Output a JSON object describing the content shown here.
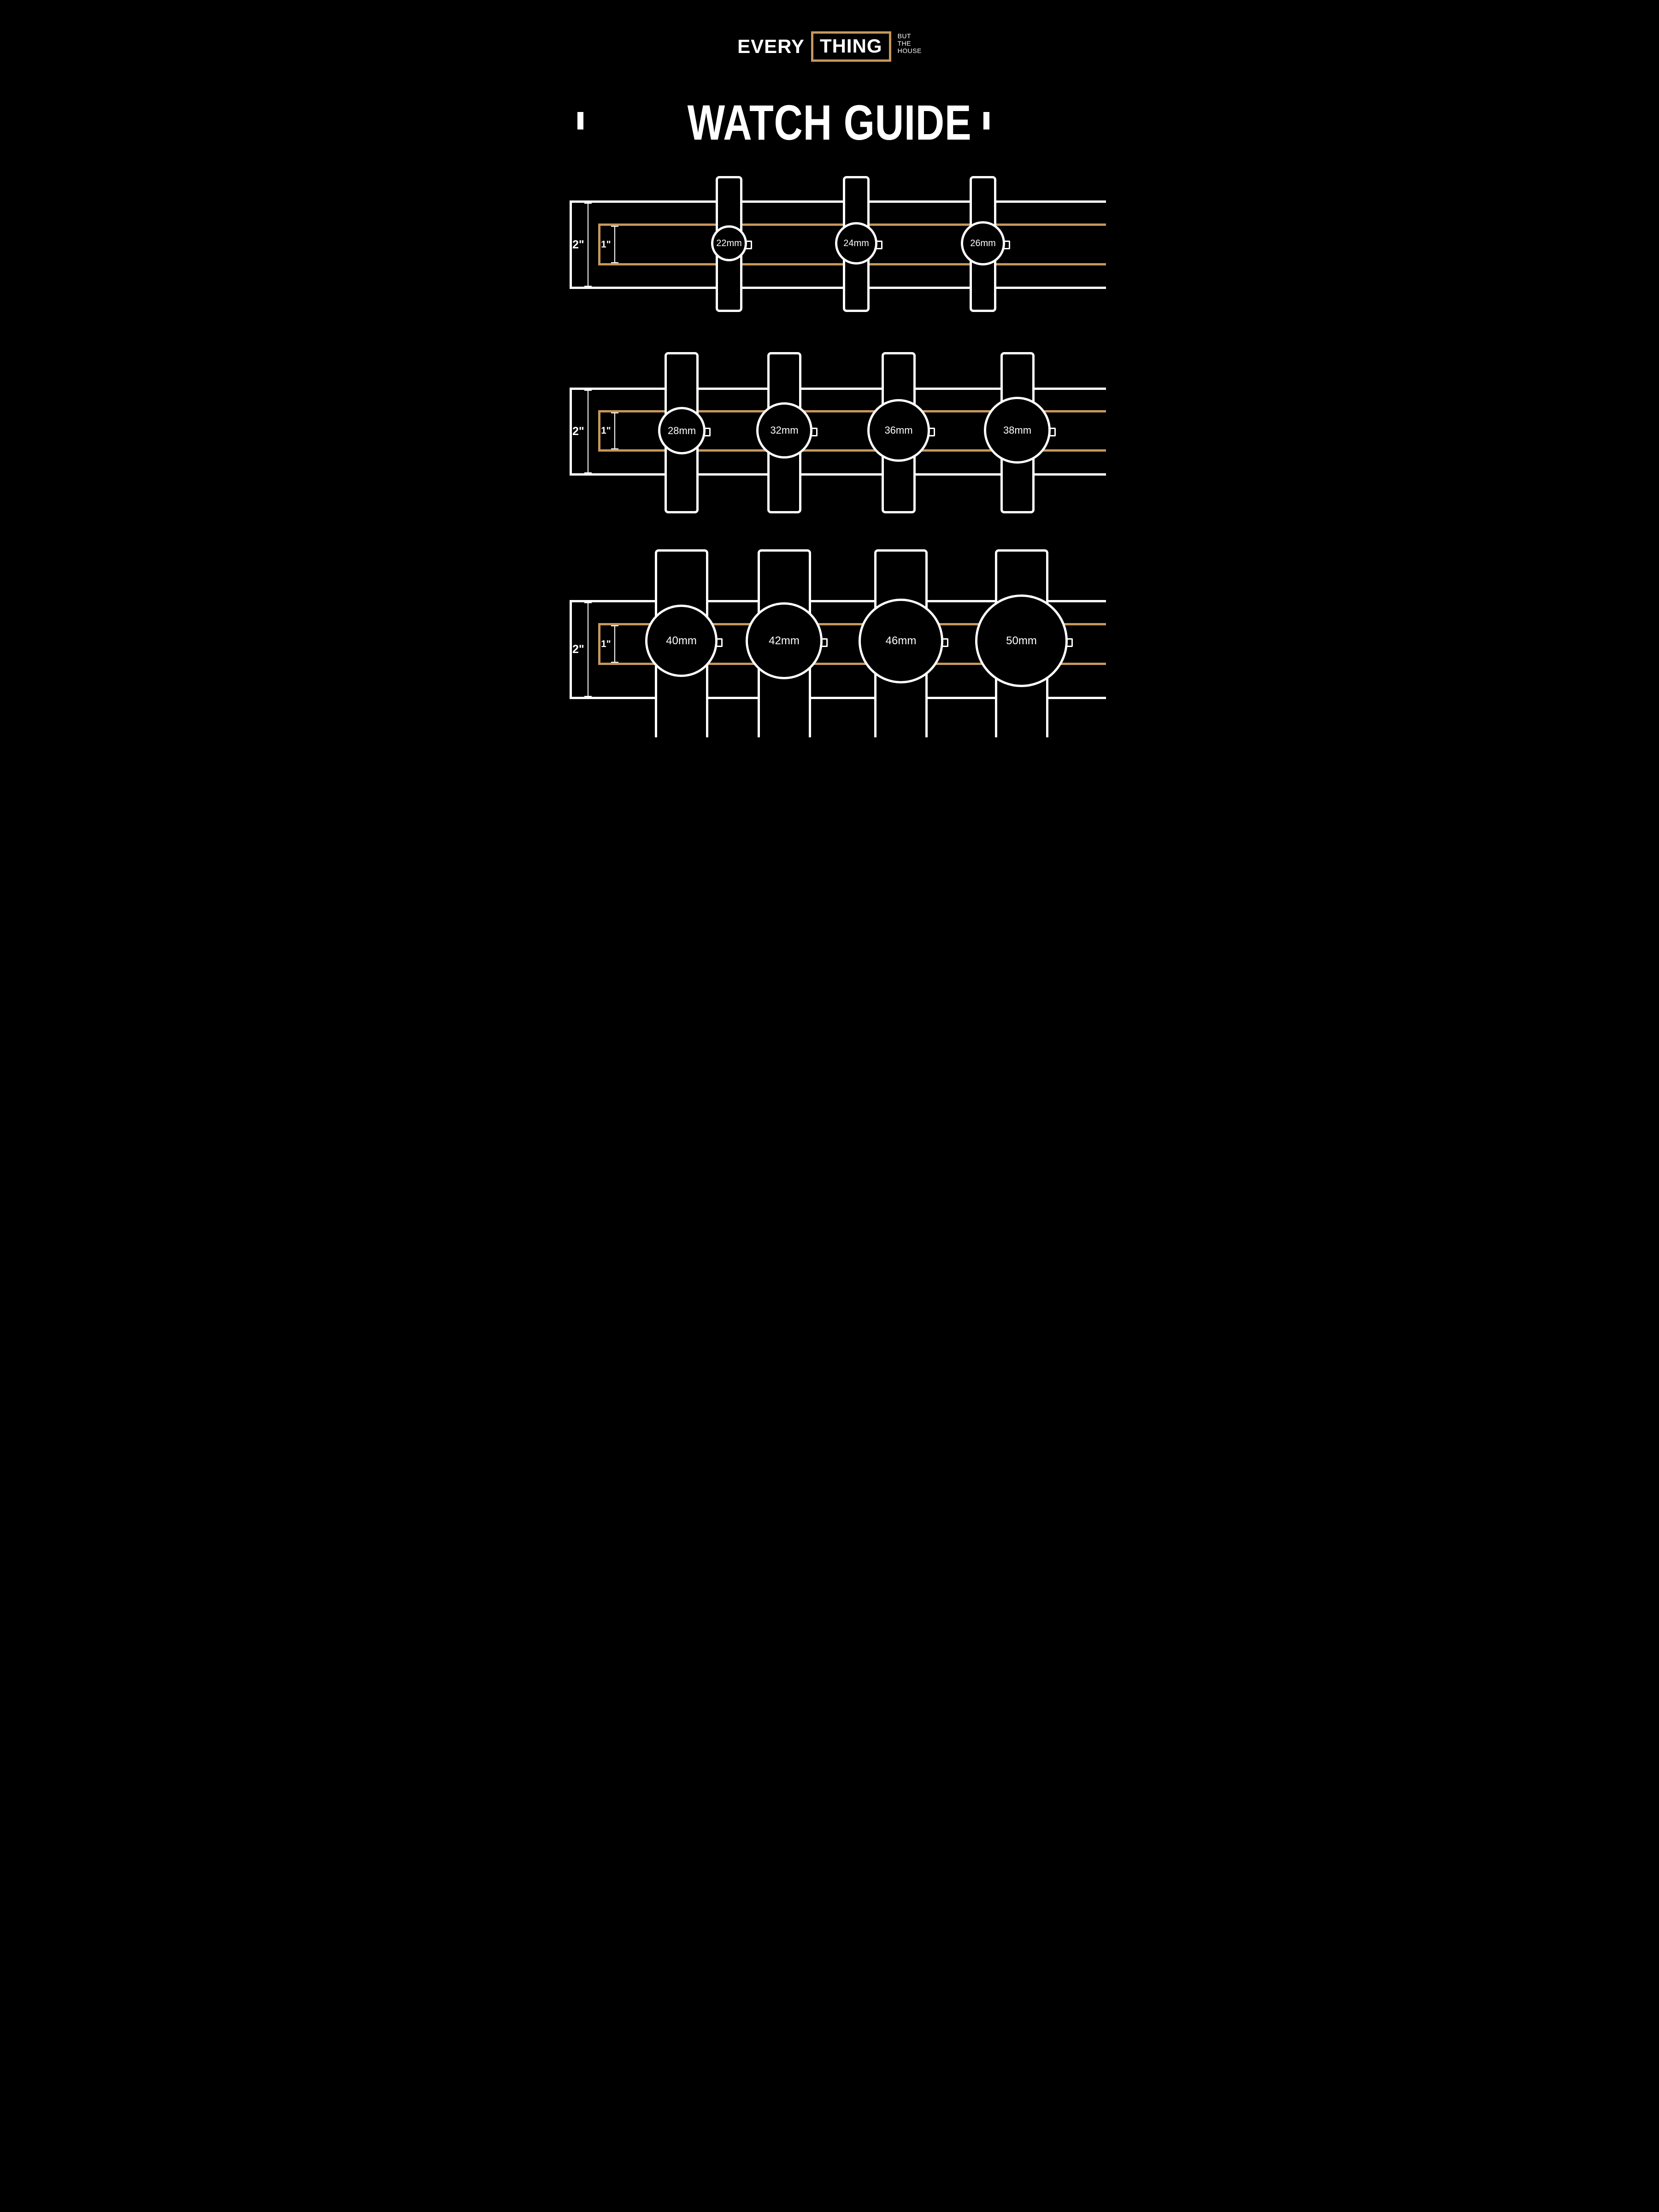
{
  "logo": {
    "word1": "EVERY",
    "word2": "THING",
    "tagline": [
      "BUT",
      "THE",
      "HOUSE"
    ]
  },
  "title": "WATCH GUIDE",
  "colors": {
    "background": "#000000",
    "accent_gold": "#C6975C",
    "line_white": "#FFFFFF"
  },
  "rows": [
    {
      "outer_band_label": "2\"",
      "inner_band_label": "1\"",
      "watches": [
        {
          "size": "22mm"
        },
        {
          "size": "24mm"
        },
        {
          "size": "26mm"
        }
      ]
    },
    {
      "outer_band_label": "2\"",
      "inner_band_label": "1\"",
      "watches": [
        {
          "size": "28mm"
        },
        {
          "size": "32mm"
        },
        {
          "size": "36mm"
        },
        {
          "size": "38mm"
        }
      ]
    },
    {
      "outer_band_label": "2\"",
      "inner_band_label": "1\"",
      "watches": [
        {
          "size": "40mm"
        },
        {
          "size": "42mm"
        },
        {
          "size": "46mm"
        },
        {
          "size": "50mm"
        }
      ]
    }
  ]
}
